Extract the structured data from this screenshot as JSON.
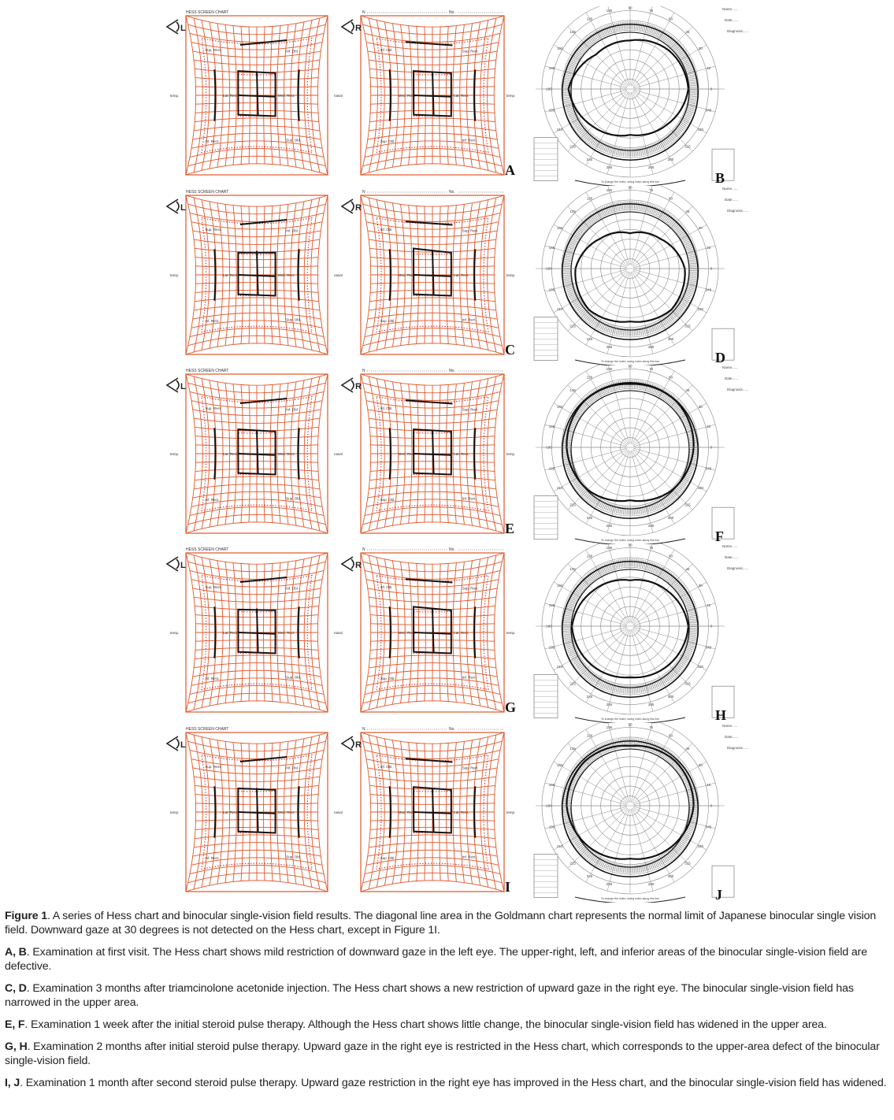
{
  "figure": {
    "hess_title": "HESS SCREEN CHART",
    "name_label": "N",
    "number_label": "No.",
    "left_eye": "L",
    "right_eye": "R",
    "temp_label": "temp.",
    "nasal_label": "nasal",
    "left_muscles": [
      "Sup. Rect.",
      "Inf. Obl.",
      "Lat. Rect.",
      "Med. Rect.",
      "Inf. Rect.",
      "Sup. Obl."
    ],
    "right_muscles": [
      "Inf. Obl.",
      "Sup. Rect.",
      "Med. Rect.",
      "Lat. Rect.",
      "Sup. Obl.",
      "Inf. Rect."
    ],
    "goldmann_fields": [
      "Name",
      "Date",
      "Diagnosis"
    ],
    "goldmann_note": "To change the index, swing index along this line",
    "colors": {
      "grid": "#e0562a",
      "ink": "#111111",
      "hatch": "#777777"
    },
    "panels": [
      {
        "hess_letter": "A",
        "field_letter": "B",
        "field_shape": [
          0.55,
          0.62,
          0.66,
          0.58,
          0.52,
          0.6,
          0.7,
          0.55
        ]
      },
      {
        "hess_letter": "C",
        "field_letter": "D",
        "field_shape": [
          0.4,
          0.48,
          0.62,
          0.66,
          0.6,
          0.66,
          0.62,
          0.48
        ]
      },
      {
        "hess_letter": "E",
        "field_letter": "F",
        "field_shape": [
          0.72,
          0.74,
          0.72,
          0.68,
          0.6,
          0.68,
          0.72,
          0.74
        ]
      },
      {
        "hess_letter": "G",
        "field_letter": "H",
        "field_shape": [
          0.52,
          0.58,
          0.66,
          0.62,
          0.58,
          0.62,
          0.66,
          0.58
        ]
      },
      {
        "hess_letter": "I",
        "field_letter": "J",
        "field_shape": [
          0.68,
          0.72,
          0.72,
          0.66,
          0.6,
          0.66,
          0.72,
          0.72
        ]
      }
    ]
  },
  "caption": {
    "title_bold": "Figure 1",
    "title_text": ". A series of Hess chart and binocular single-vision field results. The diagonal line area in the Goldmann chart represents the normal limit of Japanese binocular single vision field. Downward gaze at 30 degrees is not detected on the Hess chart, except in Figure 1I.",
    "items": [
      {
        "label": "A, B",
        "text": ". Examination at first visit. The Hess chart shows mild restriction of downward gaze in the left eye. The upper-right, left, and inferior areas of the binocular single-vision field are defective."
      },
      {
        "label": "C, D",
        "text": ". Examination 3 months after triamcinolone acetonide injection. The Hess chart shows a new restriction of upward gaze in the right eye. The binocular single-vision field has narrowed in the upper area."
      },
      {
        "label": "E, F",
        "text": ". Examination 1 week after the initial steroid pulse therapy. Although the Hess chart shows little change, the binocular single-vision field has widened in the upper area."
      },
      {
        "label": "G, H",
        "text": ". Examination 2 months after initial steroid pulse therapy. Upward gaze in the right eye is restricted in the Hess chart, which corresponds to the upper-area defect of the binocular single-vision field."
      },
      {
        "label": "I, J",
        "text": ". Examination 1 month after second steroid pulse therapy. Upward gaze restriction in the right eye has improved in the Hess chart, and the binocular single-vision field has widened."
      }
    ]
  }
}
